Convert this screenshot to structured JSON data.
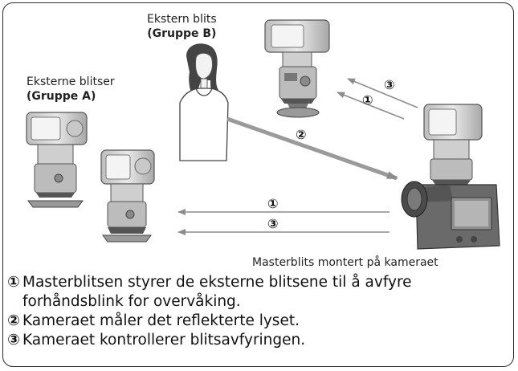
{
  "labels": {
    "remote_single": "Ekstern blits",
    "group_b": "(Gruppe B)",
    "remote_plural": "Eksterne blitser",
    "group_a": "(Gruppe A)",
    "master": "Masterblits montert på kameraet"
  },
  "markers": {
    "one": "①",
    "two": "②",
    "three": "③"
  },
  "steps": [
    {
      "num": "①",
      "text": "Masterblitsen styrer de eksterne blitsene til å avfyre\nforhåndsblink for overvåking."
    },
    {
      "num": "②",
      "text": "Kameraet måler det reflekterte lyset."
    },
    {
      "num": "③",
      "text": "Kameraet kontrollerer blitsavfyringen."
    }
  ],
  "colors": {
    "arrow": "#8c8c8c",
    "flash_body": "#d8d8d8",
    "flash_dark": "#6a6a6a",
    "camera": "#5a5a5a"
  }
}
